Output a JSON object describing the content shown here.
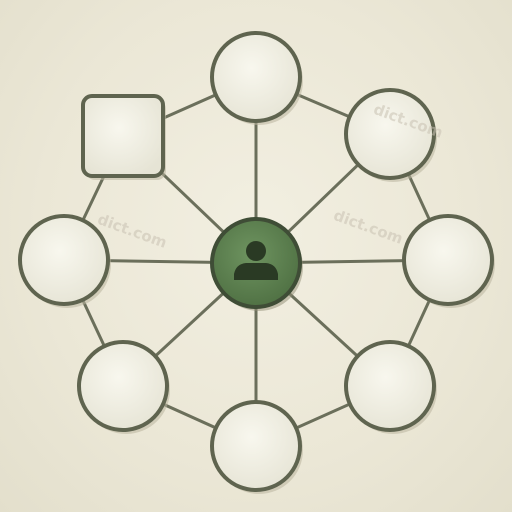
{
  "diagram": {
    "type": "hub-and-spoke network",
    "center_node": {
      "icon": "person-icon",
      "color": "#5b7f4e"
    },
    "outer_nodes": [
      {
        "shape": "circle"
      },
      {
        "shape": "circle"
      },
      {
        "shape": "circle"
      },
      {
        "shape": "circle"
      },
      {
        "shape": "circle"
      },
      {
        "shape": "circle"
      },
      {
        "shape": "circle"
      },
      {
        "shape": "rounded-square"
      }
    ],
    "colors": {
      "background": "#ede9d8",
      "node_fill": "#f1efe3",
      "outline": "#5f644f",
      "connector": "#6b6f5b",
      "hub_fill": "#5b7f4e",
      "icon": "#2a3a24"
    }
  },
  "watermarks": [
    {
      "text": "dict.com"
    },
    {
      "text": "dict.com"
    },
    {
      "text": "dict.com"
    }
  ]
}
